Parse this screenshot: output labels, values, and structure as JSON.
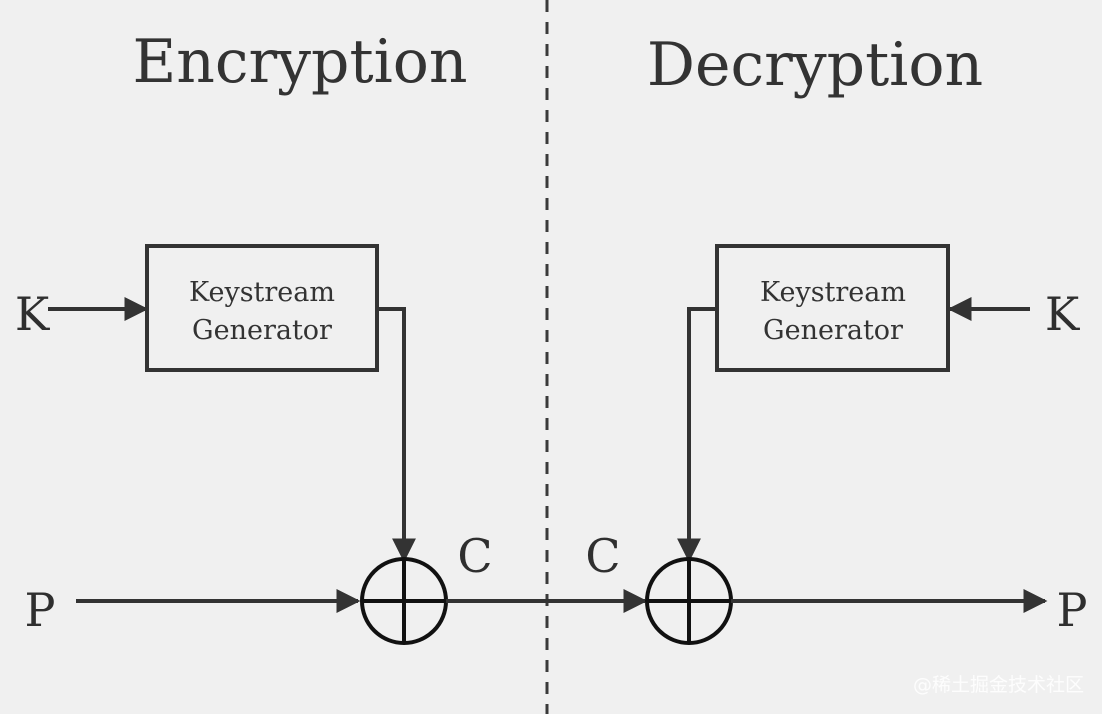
{
  "headings": {
    "encryption": "Encryption",
    "decryption": "Decryption"
  },
  "encryption": {
    "key_label": "K",
    "keystream_line1": "Keystream",
    "keystream_line2": "Generator",
    "plaintext_label": "P",
    "ciphertext_label": "C"
  },
  "decryption": {
    "key_label": "K",
    "keystream_line1": "Keystream",
    "keystream_line2": "Generator",
    "ciphertext_label": "C",
    "plaintext_label": "P"
  },
  "watermark": "@稀土掘金技术社区"
}
